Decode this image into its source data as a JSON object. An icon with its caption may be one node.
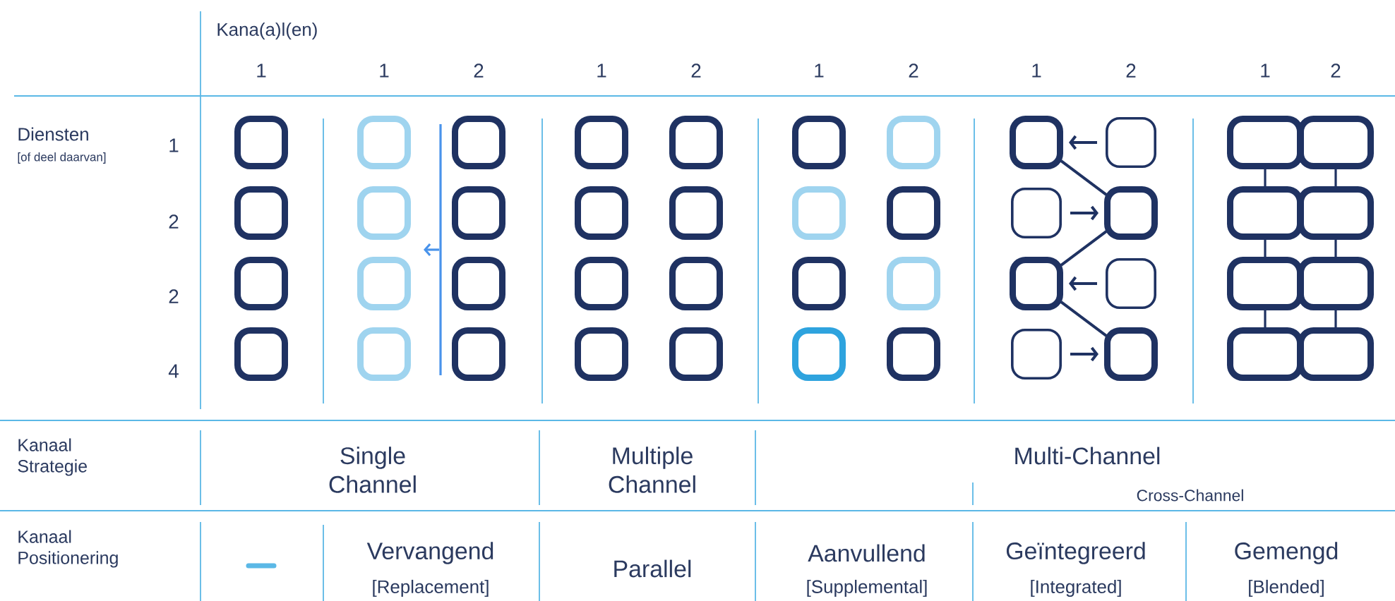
{
  "diagram": {
    "nodes": [
      {
        "text": [],
        "shape": "box"
      },
      {
        "text": [],
        "shape": "box"
      },
      {
        "text": [],
        "shape": "box"
      },
      {
        "text": [],
        "shape": "box"
      },
      {
        "text": [],
        "shape": "box"
      },
      {
        "text": [],
        "shape": "box"
      },
      {
        "text": [],
        "shape": "box"
      },
      {
        "text": [],
        "shape": "box"
      },
      {
        "text": [],
        "shape": "box"
      },
      {
        "text": [],
        "shape": "box"
      },
      {
        "text": [],
        "shape": "box"
      },
      {
        "text": [],
        "shape": "box"
      },
      {
        "text": [],
        "shape": "box"
      },
      {
        "text": [],
        "shape": "box"
      },
      {
        "text": [],
        "shape": "box"
      },
      {
        "text": [],
        "shape": "box"
      },
      {
        "text": [],
        "shape": "box"
      },
      {
        "text": [],
        "shape": "box"
      },
      {
        "text": [],
        "shape": "box"
      },
      {
        "text": [],
        "shape": "box"
      },
      {
        "text": [],
        "shape": "box"
      },
      {
        "text": [],
        "shape": "box"
      },
      {
        "text": [],
        "shape": "box"
      },
      {
        "text": [],
        "shape": "box"
      },
      {
        "text": [],
        "shape": "box"
      },
      {
        "text": [],
        "shape": "box"
      },
      {
        "text": [],
        "shape": "box"
      },
      {
        "text": [],
        "shape": "box"
      },
      {
        "text": [],
        "shape": "box"
      },
      {
        "text": [],
        "shape": "box"
      },
      {
        "text": [],
        "shape": "box"
      },
      {
        "text": [],
        "shape": "box"
      },
      {
        "text": [],
        "shape": "box"
      },
      {
        "text": [],
        "shape": "box"
      },
      {
        "text": [],
        "shape": "box"
      },
      {
        "text": [],
        "shape": "box"
      },
      {
        "text": [],
        "shape": "box"
      },
      {
        "text": [],
        "shape": "box"
      },
      {
        "text": [],
        "shape": "box"
      },
      {
        "text": [],
        "shape": "box"
      },
      {
        "text": [],
        "shape": "box"
      },
      {
        "text": [],
        "shape": "box"
      },
      {
        "text": [],
        "shape": "box"
      },
      {
        "text": [],
        "shape": "box"
      }
    ],
    "edges": [
      {
        "from": 29,
        "to": 28,
        "arrow": "to"
      },
      {
        "from": 30,
        "to": 31,
        "arrow": "to"
      },
      {
        "from": 33,
        "to": 32,
        "arrow": "to"
      },
      {
        "from": 34,
        "to": 35,
        "arrow": "to"
      },
      {
        "from": 28,
        "to": 31,
        "arrow": "none"
      },
      {
        "from": 31,
        "to": 32,
        "arrow": "none"
      },
      {
        "from": 32,
        "to": 35,
        "arrow": "none"
      },
      {
        "from": 36,
        "to": 38,
        "arrow": "none"
      },
      {
        "from": 38,
        "to": 40,
        "arrow": "none"
      },
      {
        "from": 40,
        "to": 42,
        "arrow": "none"
      },
      {
        "from": 37,
        "to": 39,
        "arrow": "none"
      },
      {
        "from": 39,
        "to": 41,
        "arrow": "none"
      },
      {
        "from": 41,
        "to": 43,
        "arrow": "none"
      }
    ],
    "labels": [
      "Kana(a)l(en)",
      "1",
      "1",
      "2",
      "1",
      "2",
      "1",
      "2",
      "1",
      "2",
      "1",
      "2",
      "Diensten",
      "[of deel daarvan]",
      "1",
      "2",
      "2",
      "4",
      "Kanaal Strategie",
      "Single Channel",
      "Multiple Channel",
      "Multi-Channel",
      "Cross-Channel",
      "Kanaal Positionering",
      "Vervangend",
      "[Replacement]",
      "Parallel",
      "Aanvullend",
      "[Supplemental]",
      "Geïntegreerd",
      "[Integrated]",
      "Gemengd",
      "[Blended]"
    ]
  }
}
